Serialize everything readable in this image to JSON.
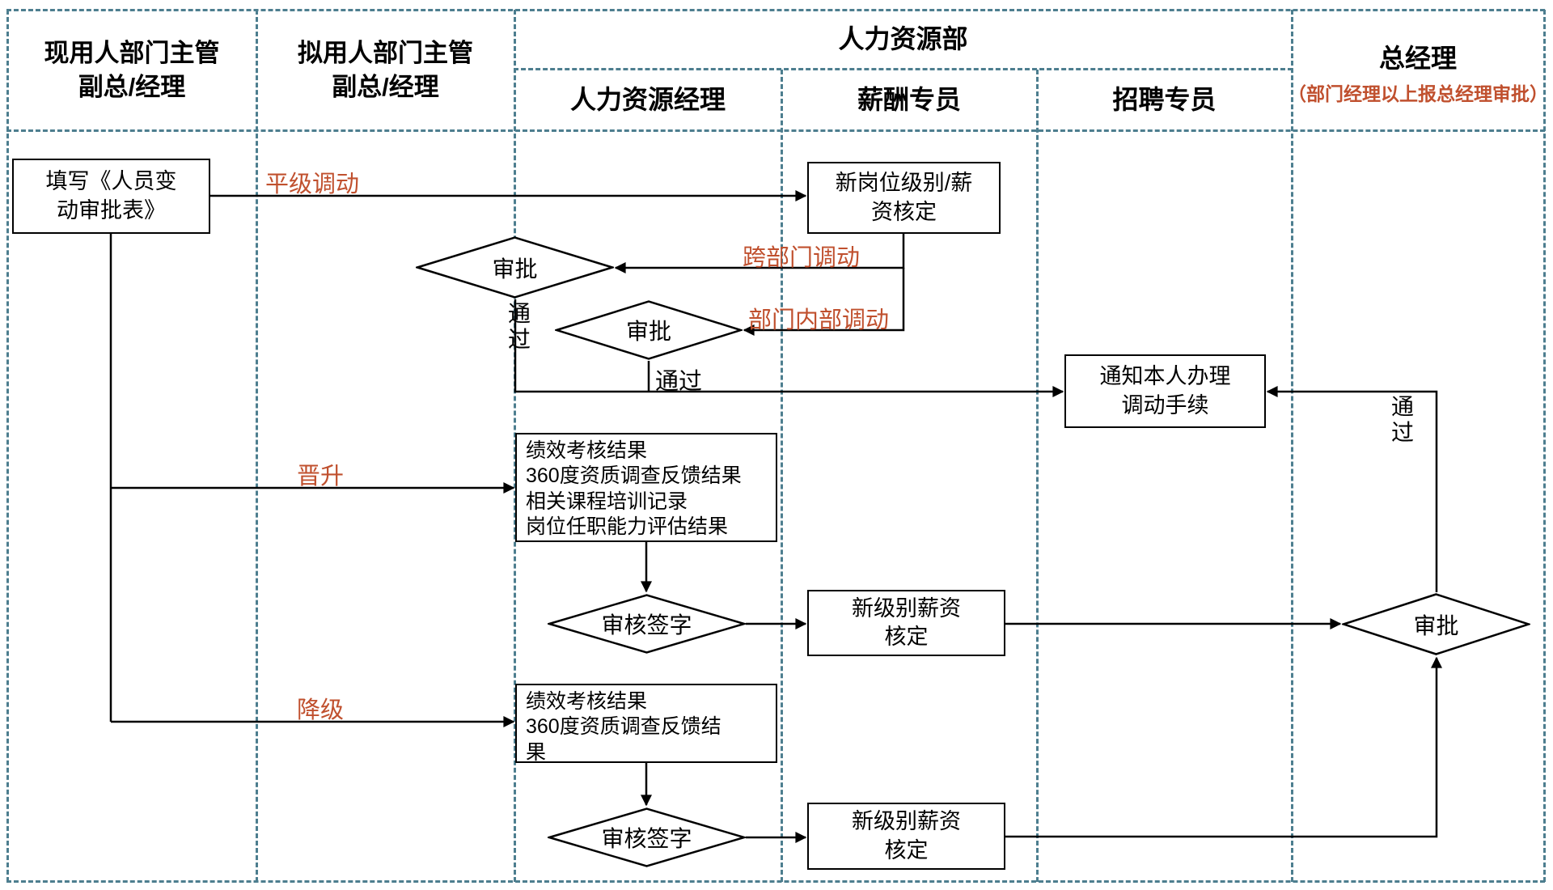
{
  "lanes": {
    "current_dept": {
      "label": "现用人部门主管\n副总/经理"
    },
    "proposed_dept": {
      "label": "拟用人部门主管\n副总/经理"
    },
    "hr": {
      "label": "人力资源部",
      "sub": [
        {
          "label": "人力资源经理"
        },
        {
          "label": "薪酬专员"
        },
        {
          "label": "招聘专员"
        }
      ]
    },
    "gm": {
      "label": "总经理",
      "note": "（部门经理以上报总经理审批）"
    }
  },
  "nodes": {
    "fill_form": {
      "label": "填写《人员变\n动审批表》"
    },
    "new_post_salary": {
      "label": "新岗位级别/薪\n资核定"
    },
    "approve_1": {
      "label": "审批"
    },
    "approve_2": {
      "label": "审批"
    },
    "notify_transfer": {
      "label": "通知本人办理\n调动手续"
    },
    "promotion_materials": {
      "label": "绩效考核结果\n360度资质调查反馈结果\n相关课程培训记录\n岗位任职能力评估结果"
    },
    "review_sign_1": {
      "label": "审核签字"
    },
    "new_level_salary_1": {
      "label": "新级别薪资\n核定"
    },
    "gm_approve": {
      "label": "审批"
    },
    "demotion_materials": {
      "label": "绩效考核结果\n360度资质调查反馈结\n果"
    },
    "review_sign_2": {
      "label": "审核签字"
    },
    "new_level_salary_2": {
      "label": "新级别薪资\n核定"
    }
  },
  "edge_labels": {
    "lateral_transfer": "平级调动",
    "cross_dept_transfer": "跨部门调动",
    "internal_transfer": "部门内部调动",
    "promotion": "晋升",
    "demotion": "降级",
    "pass_vertical_1": "通\n过",
    "pass_horizontal": "通过",
    "pass_vertical_2": "通\n过"
  },
  "colors": {
    "lane_border": "#4d7e8f",
    "edge_label_red": "#c0502e",
    "shape_border": "#000000",
    "background": "#ffffff"
  }
}
